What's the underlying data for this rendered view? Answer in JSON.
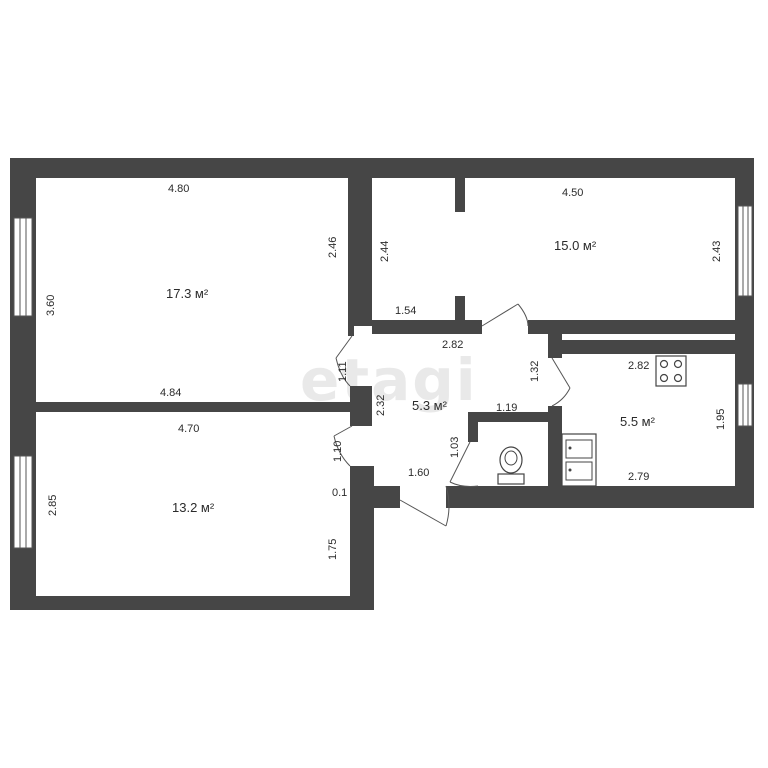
{
  "watermark": "etagi",
  "rooms": {
    "room_top_left": {
      "area": "17.3 м²"
    },
    "room_top_right": {
      "area": "15.0 м²"
    },
    "hall": {
      "area": "5.3 м²"
    },
    "kitchen": {
      "area": "5.5 м²"
    },
    "room_bottom_left": {
      "area": "13.2 м²"
    }
  },
  "dimensions": {
    "tl_top": "4.80",
    "tl_left": "3.60",
    "tl_right": "2.46",
    "tl_bottom": "4.84",
    "tr_top": "4.50",
    "tr_left": "2.44",
    "tr_right": "2.43",
    "tr_bottom": "1.54",
    "hall_top": "2.82",
    "hall_right": "1.32",
    "hall_left_upper": "1.11",
    "hall_left_mid": "2.32",
    "hall_left_lower": "1.10",
    "hall_bottom": "1.60",
    "bath_left": "1.03",
    "bath_top": "1.19",
    "kitchen_top": "2.82",
    "kitchen_right": "1.95",
    "kitchen_bottom": "2.79",
    "bl_top": "4.70",
    "bl_left": "2.85",
    "bl_right": "1.75",
    "bl_gap": "0.1"
  }
}
